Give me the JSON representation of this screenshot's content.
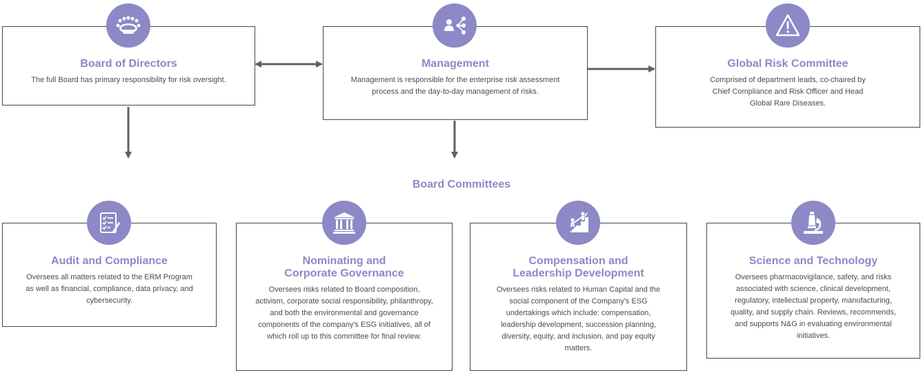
{
  "top_nodes": {
    "board": {
      "title": "Board of Directors",
      "description": "The full Board has primary responsibility for risk oversight.",
      "icon": "boardroom-table-icon"
    },
    "management": {
      "title": "Management",
      "description": "Management is responsible for the enterprise risk assessment process and the day-to-day management of risks.",
      "icon": "org-network-icon"
    },
    "global_risk": {
      "title": "Global Risk Committee",
      "description": "Comprised of department leads, co-chaired by Chief Compliance and Risk Officer and Head Global Rare Diseases.",
      "icon": "warning-triangle-icon"
    }
  },
  "committees_heading": "Board Committees",
  "committees": {
    "audit": {
      "title": "Audit and Compliance",
      "description": "Oversees all matters related to the ERM Program as well as financial, compliance, data privacy, and cybersecurity.",
      "icon": "checklist-icon"
    },
    "nominating": {
      "title_line1": "Nominating and",
      "title_line2": "Corporate Governance",
      "description": "Oversees risks related to Board composition, activism, corporate social responsibility, philanthropy, and both the environmental and governance components of the company's ESG initiatives, all of which roll up to this committee for final review.",
      "icon": "government-building-icon"
    },
    "compensation": {
      "title_line1": "Compensation and",
      "title_line2": "Leadership Development",
      "description": "Oversees risks related to Human Capital and the social component of the Company's ESG undertakings which include: compensation, leadership development, succession planning, diversity, equity, and inclusion, and pay equity matters.",
      "icon": "climbing-people-icon"
    },
    "science": {
      "title": "Science and Technology",
      "description": "Oversees pharmacovigilance, safety, and risks associated with science, clinical development, regulatory, intellectual property, manufacturing, quality, and supply chain. Reviews, recommends, and supports N&G in evaluating environmental initiatives.",
      "icon": "microscope-icon"
    }
  },
  "colors": {
    "accent": "#8d88c6",
    "border": "#3f4656",
    "arrow": "#5b6068",
    "text": "#4b4b4b"
  }
}
